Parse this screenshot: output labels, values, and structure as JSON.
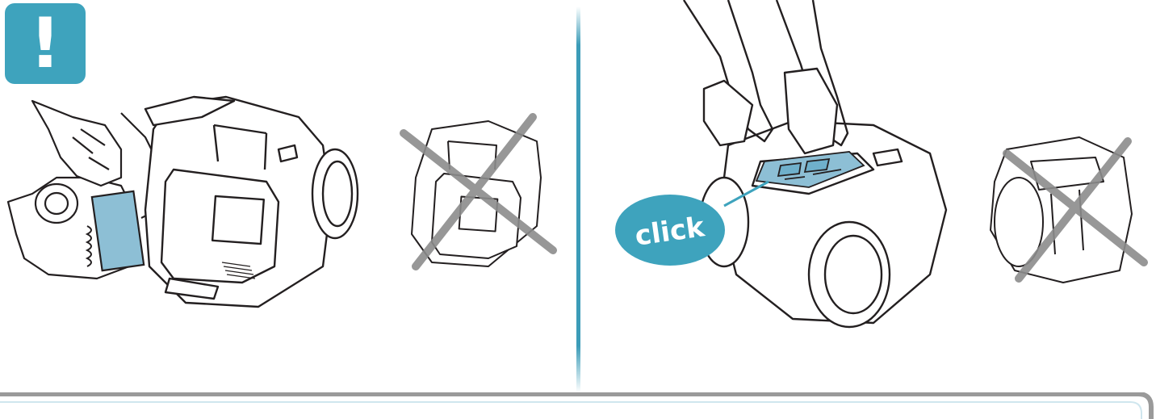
{
  "warning": {
    "symbol": "!",
    "color": "#3ea3bd",
    "icon": "exclamation-icon"
  },
  "left_panel": {
    "illustrations": [
      "hand-inserting-filter",
      "vacuum-open-lid",
      "vacuum-incorrect-crossed"
    ]
  },
  "right_panel": {
    "callout_label": "click",
    "illustrations": [
      "hands-pressing-filter-cover",
      "vacuum-closed-top",
      "vacuum-incorrect-crossed"
    ]
  },
  "colors": {
    "accent": "#3ea3bd",
    "line": "#231f20",
    "filter": "#8dbfd5",
    "cross": "#8c8c8c",
    "frame": "#9a9a9a"
  }
}
